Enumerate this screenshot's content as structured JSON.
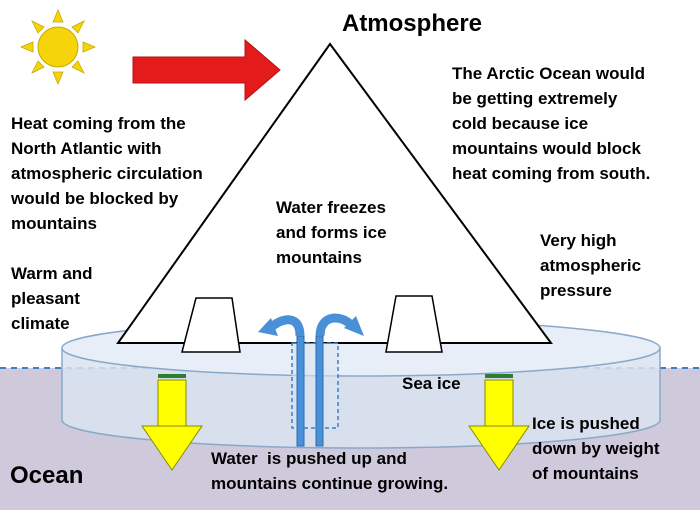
{
  "labels": {
    "atmosphere": "Atmosphere",
    "arctic": [
      "The Arctic Ocean would",
      "be getting extremely",
      "cold because ice",
      "mountains would block",
      "heat coming from south."
    ],
    "heat": [
      "Heat coming from the",
      "North Atlantic with",
      "atmospheric circulation",
      "would be blocked by",
      "mountains"
    ],
    "freeze": [
      "Water freezes",
      "and forms ice",
      "mountains"
    ],
    "pressure": [
      "Very high",
      "atmospheric",
      "pressure"
    ],
    "climate": [
      "Warm and",
      "pleasant",
      "climate"
    ],
    "sea_ice": "Sea ice",
    "pushed_down": [
      "Ice is pushed",
      "down by weight",
      "of mountains"
    ],
    "ocean": "Ocean",
    "pushed_up": [
      "Water  is pushed up and",
      "mountains continue growing."
    ]
  },
  "colors": {
    "sun": "#f5d40a",
    "sun_ray": "#f5d40a",
    "arrow_red": "#e41b1b",
    "ocean": "#cfc9dc",
    "sea_ice": "#d9e3f0",
    "ice_outline": "#8aa8c9",
    "water_arrow": "#4a90d9",
    "down_arrow": "#ffff00",
    "dashed_line": "#3b7fc4"
  },
  "icons": [
    "sun-icon",
    "red-arrow-icon",
    "down-arrow-icon",
    "water-flow-arrow-icon"
  ]
}
